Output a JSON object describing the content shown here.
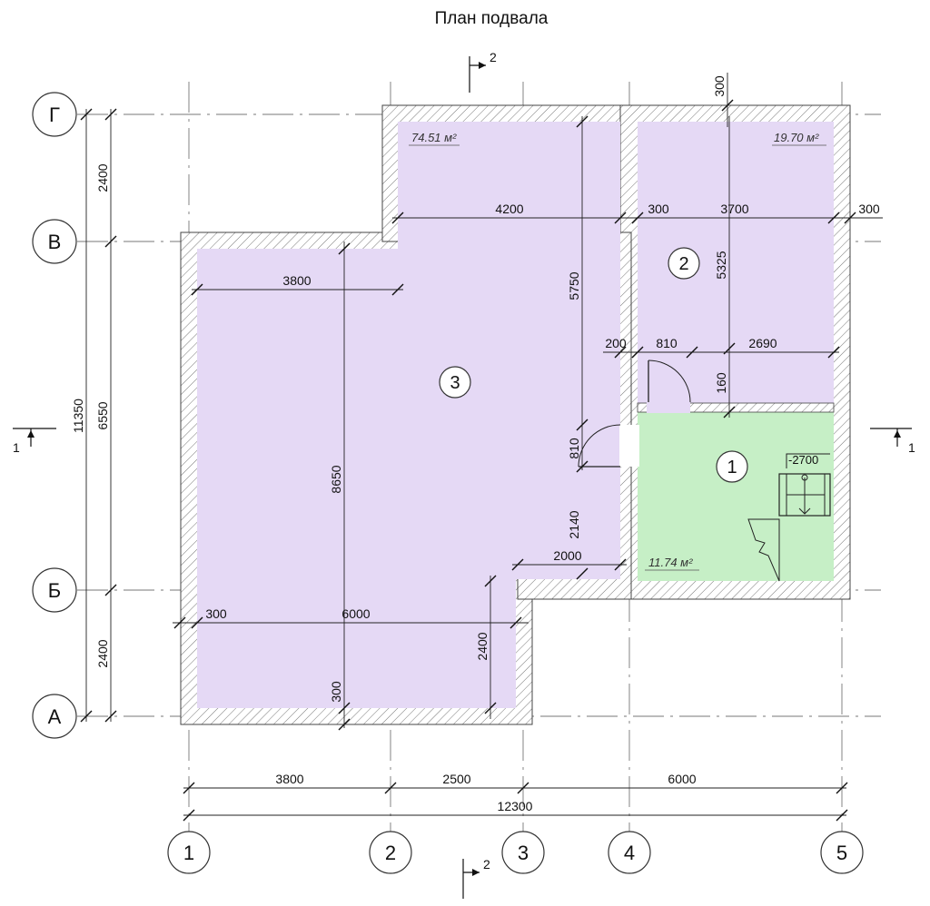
{
  "title": "План подвала",
  "axes": {
    "letters": [
      "Г",
      "В",
      "Б",
      "А"
    ],
    "numbers": [
      "1",
      "2",
      "3",
      "4",
      "5"
    ]
  },
  "rooms": [
    {
      "number": "3",
      "area": "74.51 м²",
      "fill": "#e5d9f5"
    },
    {
      "number": "2",
      "area": "19.70 м²",
      "fill": "#e5d9f5"
    },
    {
      "number": "1",
      "area": "11.74 м²",
      "fill": "#c6efc6"
    }
  ],
  "level_mark": "-2700",
  "section_marks": {
    "s1": "1",
    "s2": "2"
  },
  "dimensions": {
    "left_total": "11350",
    "left_top": "2400",
    "left_mid": "6550",
    "left_bot": "2400",
    "bottom_seg1": "3800",
    "bottom_seg2": "2500",
    "bottom_seg3": "6000",
    "bottom_total": "12300",
    "top_wall": "300",
    "room3_top_width": "4200",
    "room2_wall_left": "300",
    "room2_width": "3700",
    "room2_wall_right": "300",
    "room3_left_width": "3800",
    "room3_height_right": "5750",
    "room2_height": "5325",
    "door_wall": "200",
    "door_width": "810",
    "room2_rest": "2690",
    "partition": "160",
    "room3_height": "8650",
    "door2_width": "810",
    "corridor_height": "2140",
    "corridor_width": "2000",
    "bottom_wall": "300",
    "bottom_width": "6000",
    "lower_height": "2400",
    "lower_wall": "300"
  }
}
